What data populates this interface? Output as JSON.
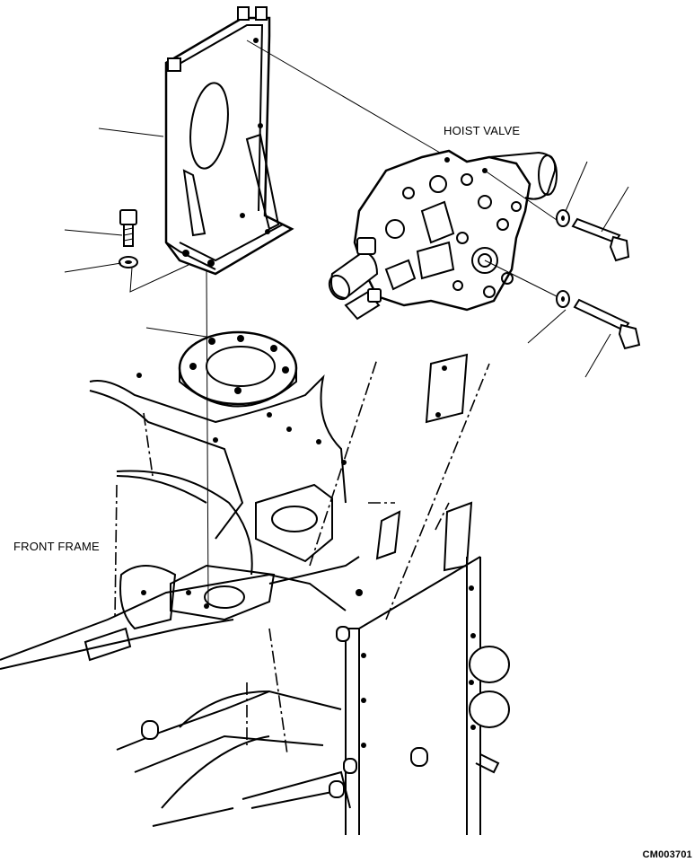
{
  "labels": {
    "hoist_valve": "HOIST VALVE",
    "front_frame": "FRONT FRAME",
    "drawing_code": "CM003701"
  },
  "colors": {
    "ink": "#000000",
    "paper": "#ffffff"
  }
}
